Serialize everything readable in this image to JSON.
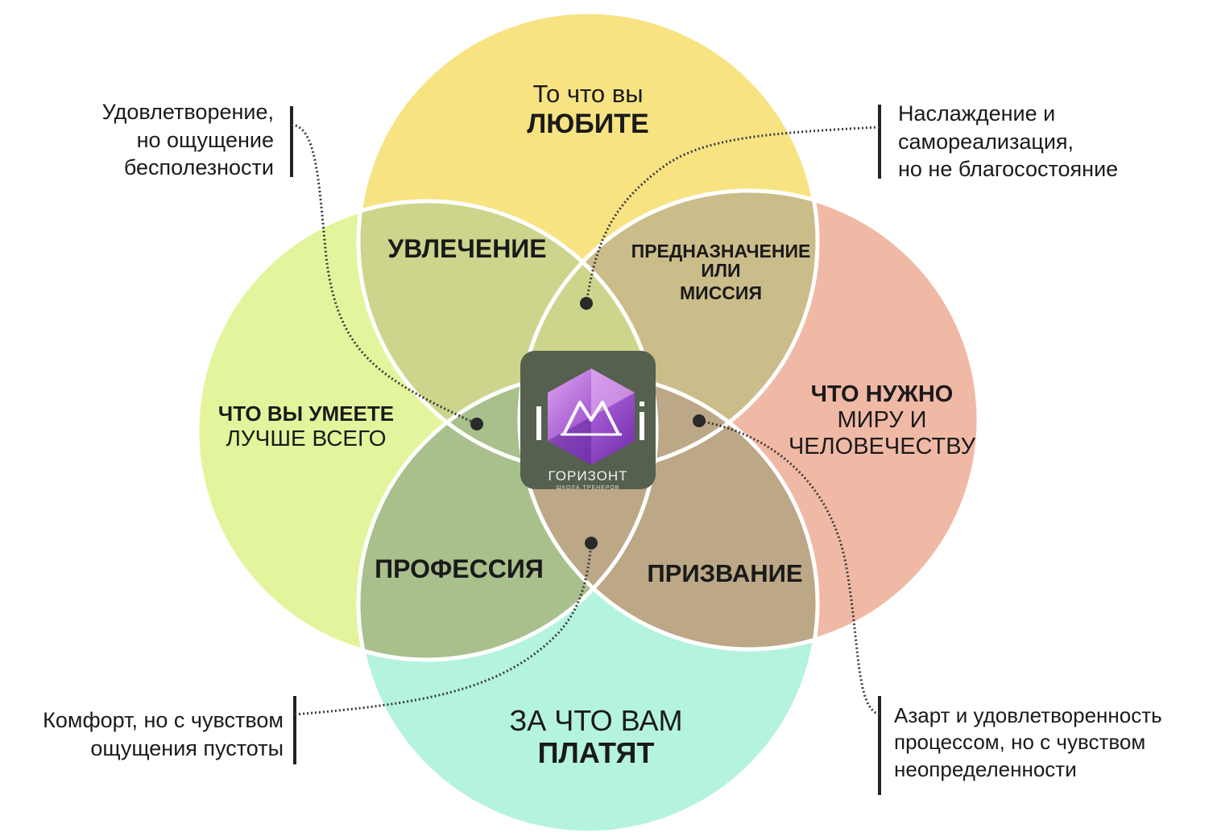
{
  "circles": {
    "love": {
      "line1": "То что вы",
      "line2": "ЛЮБИТЕ",
      "color": "#f7e382"
    },
    "good": {
      "line1": "ЧТО ВЫ УМЕЕТЕ",
      "line2": "ЛУЧШЕ ВСЕГО",
      "color": "#e3f59c"
    },
    "need": {
      "line1": "ЧТО НУЖНО",
      "line2": "МИРУ И",
      "line3": "ЧЕЛОВЕЧЕСТВУ",
      "color": "#f0b9a5"
    },
    "paid": {
      "line1": "ЗА ЧТО ВАМ",
      "line2": "ПЛАТЯТ",
      "color": "#b4f3de"
    }
  },
  "overlaps": {
    "passion": "УВЛЕЧЕНИЕ",
    "mission_l1": "ПРЕДНАЗНАЧЕНИЕ",
    "mission_l2": "ИЛИ",
    "mission_l3": "МИССИЯ",
    "profession": "ПРОФЕССИЯ",
    "vocation": "ПРИЗВАНИЕ"
  },
  "notes": {
    "top_left": [
      "Удовлетворение,",
      "но ощущение",
      "бесполезности"
    ],
    "top_right": [
      "Наслаждение и",
      "самореализация,",
      "но не благосостояние"
    ],
    "bottom_left": [
      "Комфорт, но с чувством",
      "ощущения пустоты"
    ],
    "bottom_right": [
      "Азарт и удовлетворенность",
      "процессом, но с чувством",
      "неопределенности"
    ]
  },
  "logo": {
    "name": "ГОРИЗОНТ",
    "tagline": "ШКОЛА ТРЕНЕРОВ",
    "icon": "hexagon-mountain-icon"
  }
}
